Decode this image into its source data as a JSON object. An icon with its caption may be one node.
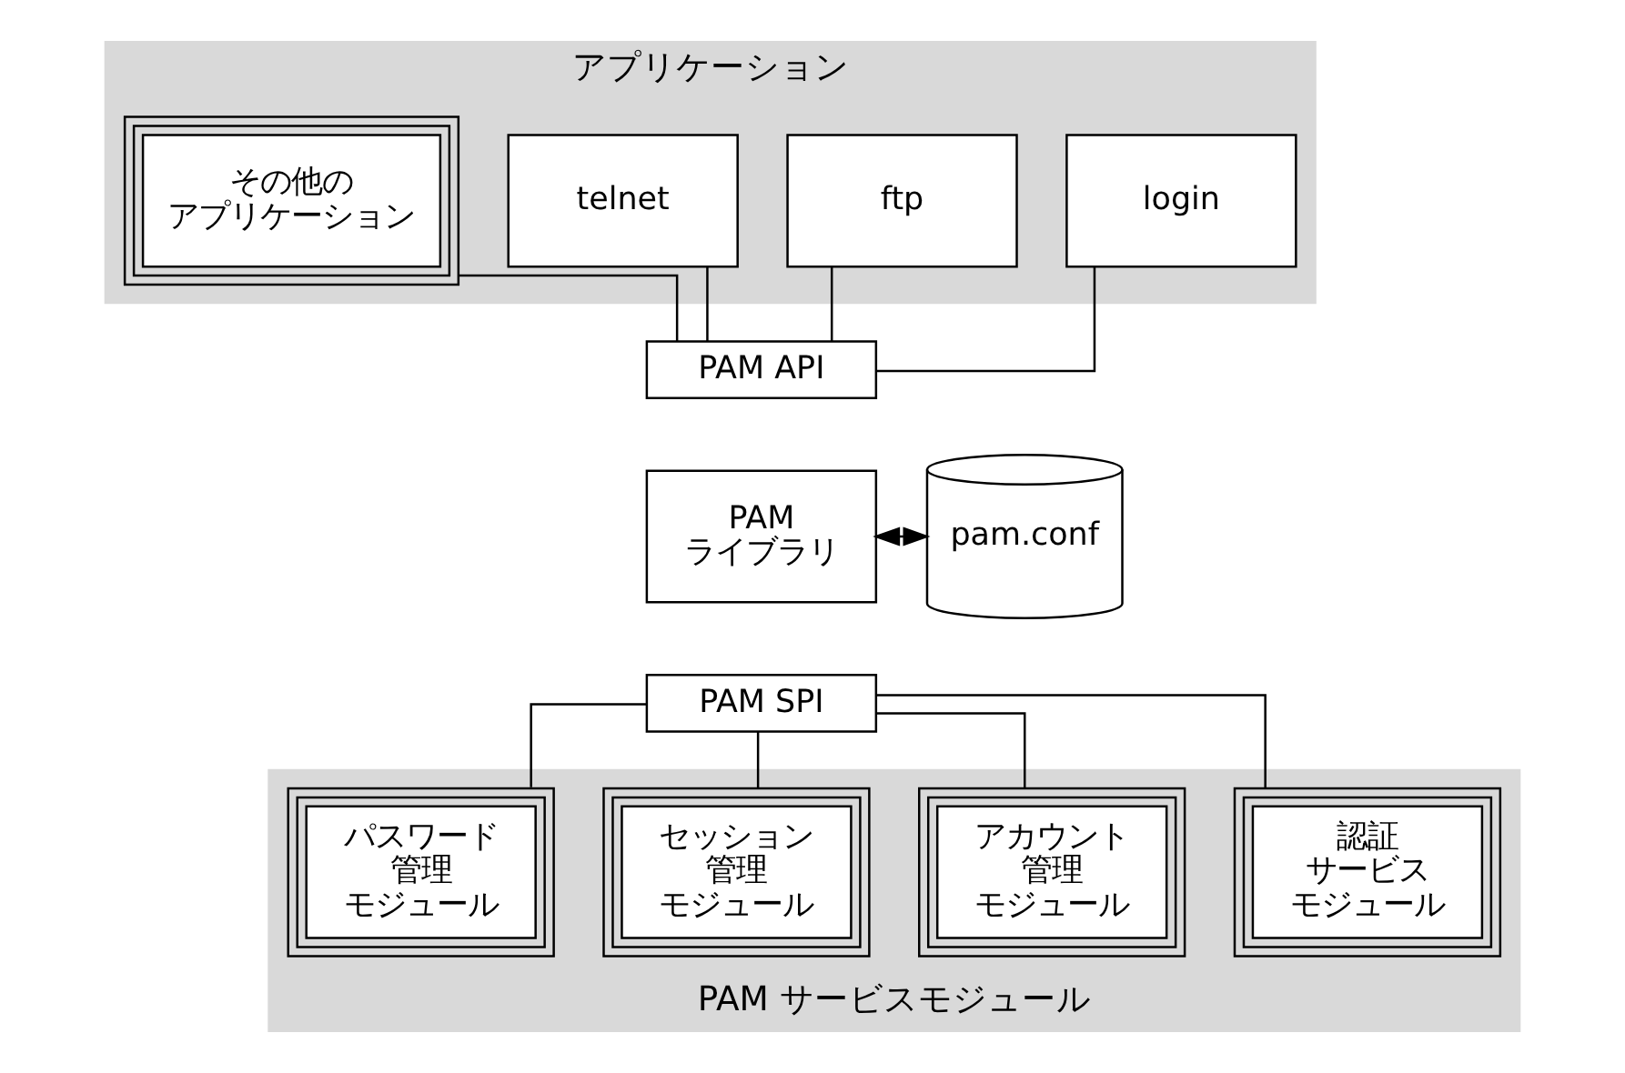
{
  "diagram": {
    "nodes": [
      {
        "text": [
          "アプリケーション"
        ]
      },
      {
        "text": [
          "login"
        ],
        "in": 0
      },
      {
        "text": [
          "ftp"
        ],
        "in": 0
      },
      {
        "text": [
          "telnet"
        ],
        "in": 0
      },
      {
        "text": [
          "その他のアプリケーション"
        ],
        "in": 0
      },
      {
        "text": [
          "PAM API"
        ]
      },
      {
        "text": [
          "PAM ライブラリ"
        ]
      },
      {
        "text": [
          "PAM SPI"
        ]
      },
      {
        "text": [
          "pam.conf"
        ]
      },
      {
        "text": [
          "PAM サービスモジュール"
        ]
      },
      {
        "text": [
          "認証サービスモジュール"
        ],
        "in": 9
      },
      {
        "text": [
          "アカウント管理モジュール"
        ],
        "in": 9
      },
      {
        "text": [
          "セッション管理モジュール"
        ],
        "in": 9
      },
      {
        "text": [
          "パスワード管理モジュール"
        ],
        "in": 9
      }
    ],
    "edges": [
      {
        "from": 1,
        "to": 5,
        "arrow": "none"
      },
      {
        "from": 2,
        "to": 5,
        "arrow": "none"
      },
      {
        "from": 3,
        "to": 5,
        "arrow": "none"
      },
      {
        "from": 4,
        "to": 5,
        "arrow": "none"
      },
      {
        "from": 6,
        "to": 8,
        "arrow": "both"
      },
      {
        "from": 7,
        "to": 10,
        "arrow": "none"
      },
      {
        "from": 7,
        "to": 11,
        "arrow": "none"
      },
      {
        "from": 7,
        "to": 12,
        "arrow": "none"
      },
      {
        "from": 7,
        "to": 13,
        "arrow": "none"
      }
    ]
  }
}
